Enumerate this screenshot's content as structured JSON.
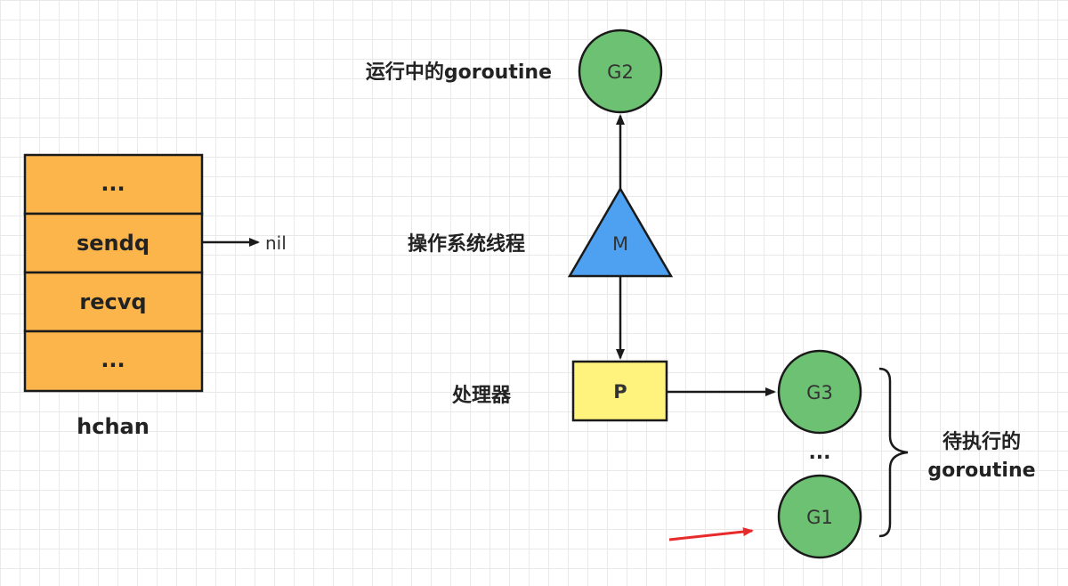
{
  "hchan": {
    "cells": [
      "...",
      "sendq",
      "recvq",
      "..."
    ],
    "label": "hchan",
    "sendq_target": "nil"
  },
  "labels": {
    "running_goroutine": "运行中的goroutine",
    "os_thread": "操作系统线程",
    "processor": "处理器",
    "waiting_line1": "待执行的",
    "waiting_line2": "goroutine",
    "queue_ellipsis": "..."
  },
  "nodes": {
    "g2": "G2",
    "m": "M",
    "p": "P",
    "g3": "G3",
    "g1": "G1"
  },
  "colors": {
    "hchan_fill": "#fbb54b",
    "goroutine_fill": "#6dc172",
    "thread_fill": "#4ea1f0",
    "processor_fill": "#fff27d",
    "pointer_arrow": "#e82a2a",
    "stroke": "#1a1a1a"
  }
}
